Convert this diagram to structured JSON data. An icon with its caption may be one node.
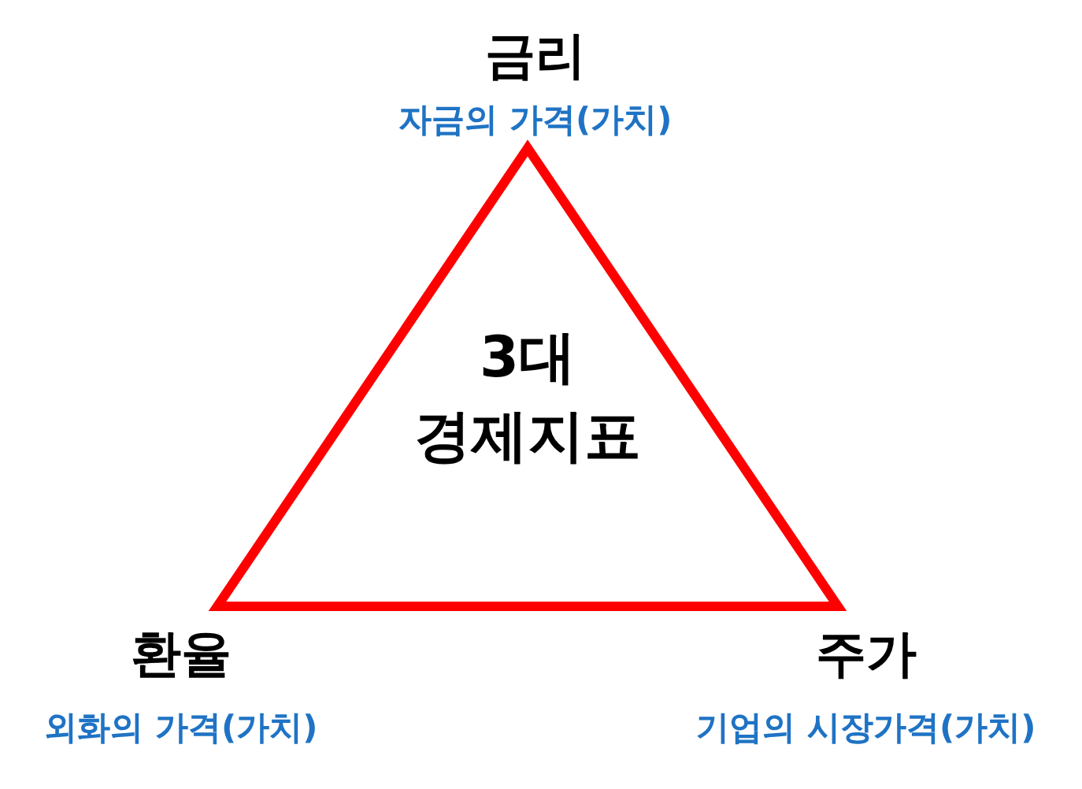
{
  "diagram": {
    "nodes": [
      {
        "text": [
          "3대 경제지표"
        ]
      }
    ],
    "labels": [
      "금리",
      "자금의 가격(가치)",
      "환율",
      "외화의 가격(가치)",
      "주가",
      "기업의 시장가격(가치)"
    ]
  }
}
